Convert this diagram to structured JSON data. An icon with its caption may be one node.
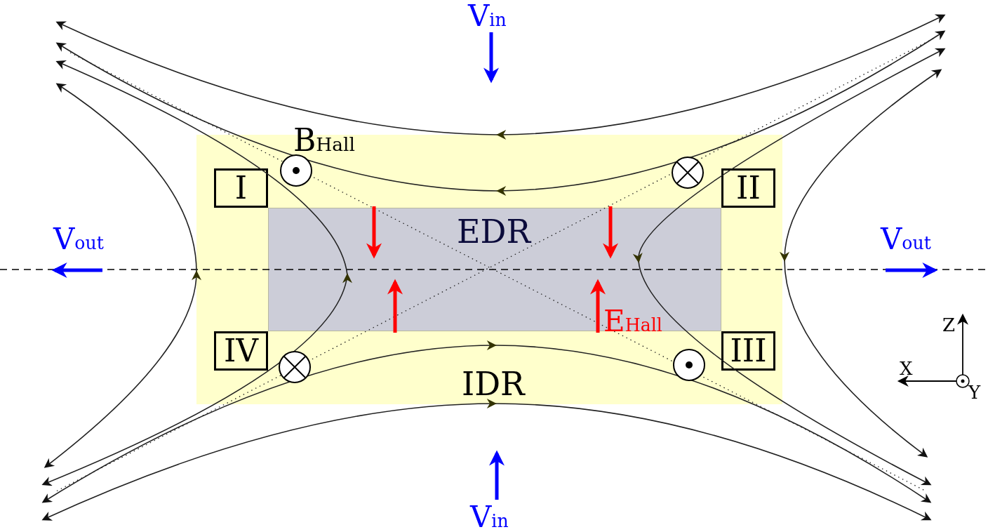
{
  "diagram": {
    "nodes": [
      {
        "text": [
          "IDR"
        ]
      },
      {
        "text": [
          "EDR"
        ],
        "in": 0
      },
      {
        "text": [
          "I"
        ],
        "in": 0
      },
      {
        "text": [
          "II"
        ],
        "in": 0
      },
      {
        "text": [
          "IV"
        ],
        "in": 0
      },
      {
        "text": [
          "III"
        ],
        "in": 0
      }
    ],
    "labels": [
      "V$_{in}$",
      "B$_{Hall}$",
      "V$_{out}$",
      "V$_{out}$",
      "E$_{Hall}$",
      "Z",
      "X",
      "Y",
      "V$_{in}$"
    ]
  }
}
